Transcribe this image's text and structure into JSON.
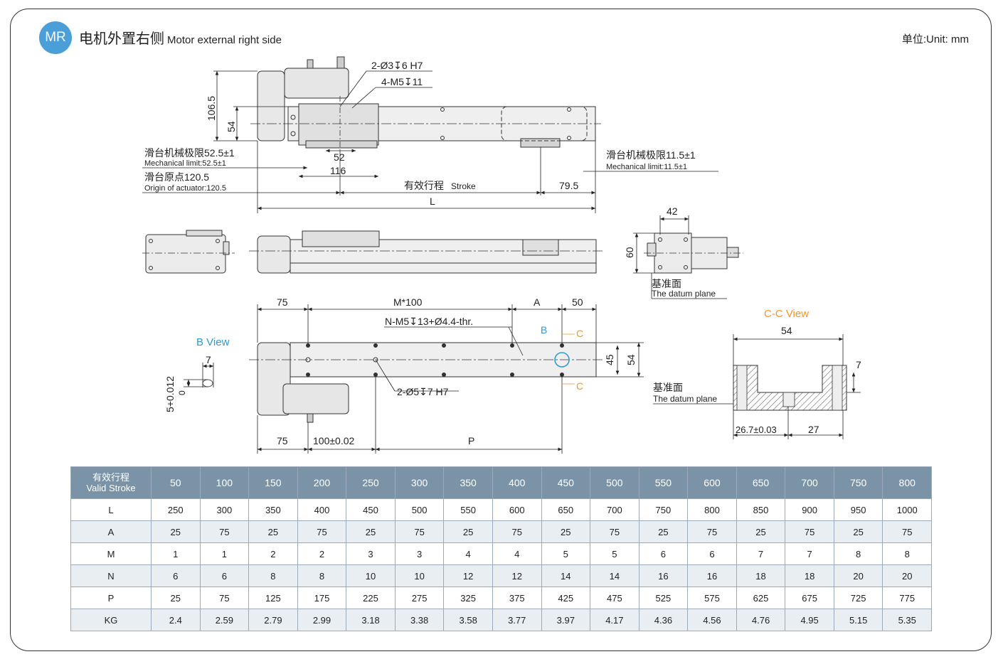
{
  "header": {
    "badge": "MR",
    "title_cn": "电机外置右侧",
    "title_en": "Motor external right side",
    "unit": "单位:Unit: mm"
  },
  "drawing": {
    "top_view": {
      "h_106_5": "106.5",
      "h_54": "54",
      "pin_holes": "2-Ø3↧6 H7",
      "screw_holes": "4-M5↧11",
      "mech_limit_left_cn": "滑台机械极限52.5±1",
      "mech_limit_left_en": "Mechanical limit:52.5±1",
      "origin_cn": "滑台原点120.5",
      "origin_en": "Origin of actuator:120.5",
      "w_52": "52",
      "w_116": "116",
      "mech_limit_right_cn": "滑台机械极限11.5±1",
      "mech_limit_right_en": "Mechanical limit:11.5±1",
      "stroke_cn": "有效行程",
      "stroke_en": "Stroke",
      "w_79_5": "79.5",
      "L": "L"
    },
    "end_view": {
      "w_42": "42",
      "h_60": "60",
      "datum_cn": "基准面",
      "datum_en": "The datum plane"
    },
    "bottom_view": {
      "d75": "75",
      "m100": "M*100",
      "A": "A",
      "d50": "50",
      "n_holes": "N-M5↧13+Ø4.4-thr.",
      "b_mark": "B",
      "c_mark": "C",
      "h45": "45",
      "h54": "54",
      "pin2": "2-Ø5↧7 H7",
      "b75": "75",
      "b100": "100±0.02",
      "P": "P"
    },
    "b_view": {
      "title": "B View",
      "w7": "7",
      "h": "5+0.012",
      "h0": "0"
    },
    "cc_view": {
      "title": "C-C View",
      "w54": "54",
      "h7": "7",
      "datum_cn": "基准面",
      "datum_en": "The datum plane",
      "w26": "26.7±0.03",
      "w27": "27"
    }
  },
  "table": {
    "header_cn": "有效行程",
    "header_en": "Valid Stroke",
    "strokes": [
      "50",
      "100",
      "150",
      "200",
      "250",
      "300",
      "350",
      "400",
      "450",
      "500",
      "550",
      "600",
      "650",
      "700",
      "750",
      "800"
    ],
    "rows": [
      {
        "label": "L",
        "values": [
          "250",
          "300",
          "350",
          "400",
          "450",
          "500",
          "550",
          "600",
          "650",
          "700",
          "750",
          "800",
          "850",
          "900",
          "950",
          "1000"
        ]
      },
      {
        "label": "A",
        "values": [
          "25",
          "75",
          "25",
          "75",
          "25",
          "75",
          "25",
          "75",
          "25",
          "75",
          "25",
          "75",
          "25",
          "75",
          "25",
          "75"
        ]
      },
      {
        "label": "M",
        "values": [
          "1",
          "1",
          "2",
          "2",
          "3",
          "3",
          "4",
          "4",
          "5",
          "5",
          "6",
          "6",
          "7",
          "7",
          "8",
          "8"
        ]
      },
      {
        "label": "N",
        "values": [
          "6",
          "6",
          "8",
          "8",
          "10",
          "10",
          "12",
          "12",
          "14",
          "14",
          "16",
          "16",
          "18",
          "18",
          "20",
          "20"
        ]
      },
      {
        "label": "P",
        "values": [
          "25",
          "75",
          "125",
          "175",
          "225",
          "275",
          "325",
          "375",
          "425",
          "475",
          "525",
          "575",
          "625",
          "675",
          "725",
          "775"
        ]
      },
      {
        "label": "KG",
        "values": [
          "2.4",
          "2.59",
          "2.79",
          "2.99",
          "3.18",
          "3.38",
          "3.58",
          "3.77",
          "3.97",
          "4.17",
          "4.36",
          "4.56",
          "4.76",
          "4.95",
          "5.15",
          "5.35"
        ]
      }
    ]
  },
  "colors": {
    "badge": "#4a9fd9",
    "table_header": "#7b93a7",
    "accent_orange": "#f0962a",
    "accent_blue": "#2a9ad9"
  }
}
